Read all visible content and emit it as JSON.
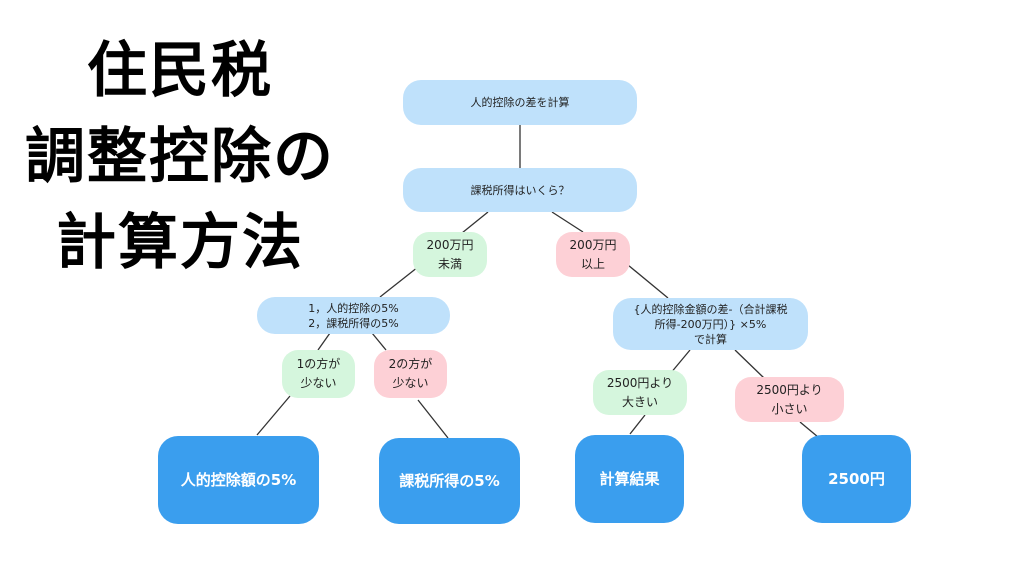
{
  "title": {
    "lines": [
      "住民税",
      "調整控除の",
      "計算方法"
    ]
  },
  "colors": {
    "question_bg": "#bfe1fb",
    "yes_bg": "#d5f6dd",
    "no_bg": "#fdd0d6",
    "result_bg": "#3a9eee",
    "result_text": "#ffffff",
    "connector": "#333333"
  },
  "flowchart": {
    "start": "人的控除の差を計算",
    "q_income": "課税所得はいくら？",
    "branch_under": "200万円\n未満",
    "branch_over": "200万円\n以上",
    "compare": "1，人的控除の5%\n2，課税所得の5%",
    "formula": "{人的控除金額の差-（合計課税\n所得-200万円）} ×5%\nで計算",
    "branch_1_less": "1の方が\n少ない",
    "branch_2_less": "2の方が\n少ない",
    "branch_more_2500": "2500円より\n大きい",
    "branch_less_2500": "2500円より\n小さい",
    "result_personal": "人的控除額の5%",
    "result_taxable": "課税所得の5%",
    "result_calc": "計算結果",
    "result_2500": "2500円"
  }
}
